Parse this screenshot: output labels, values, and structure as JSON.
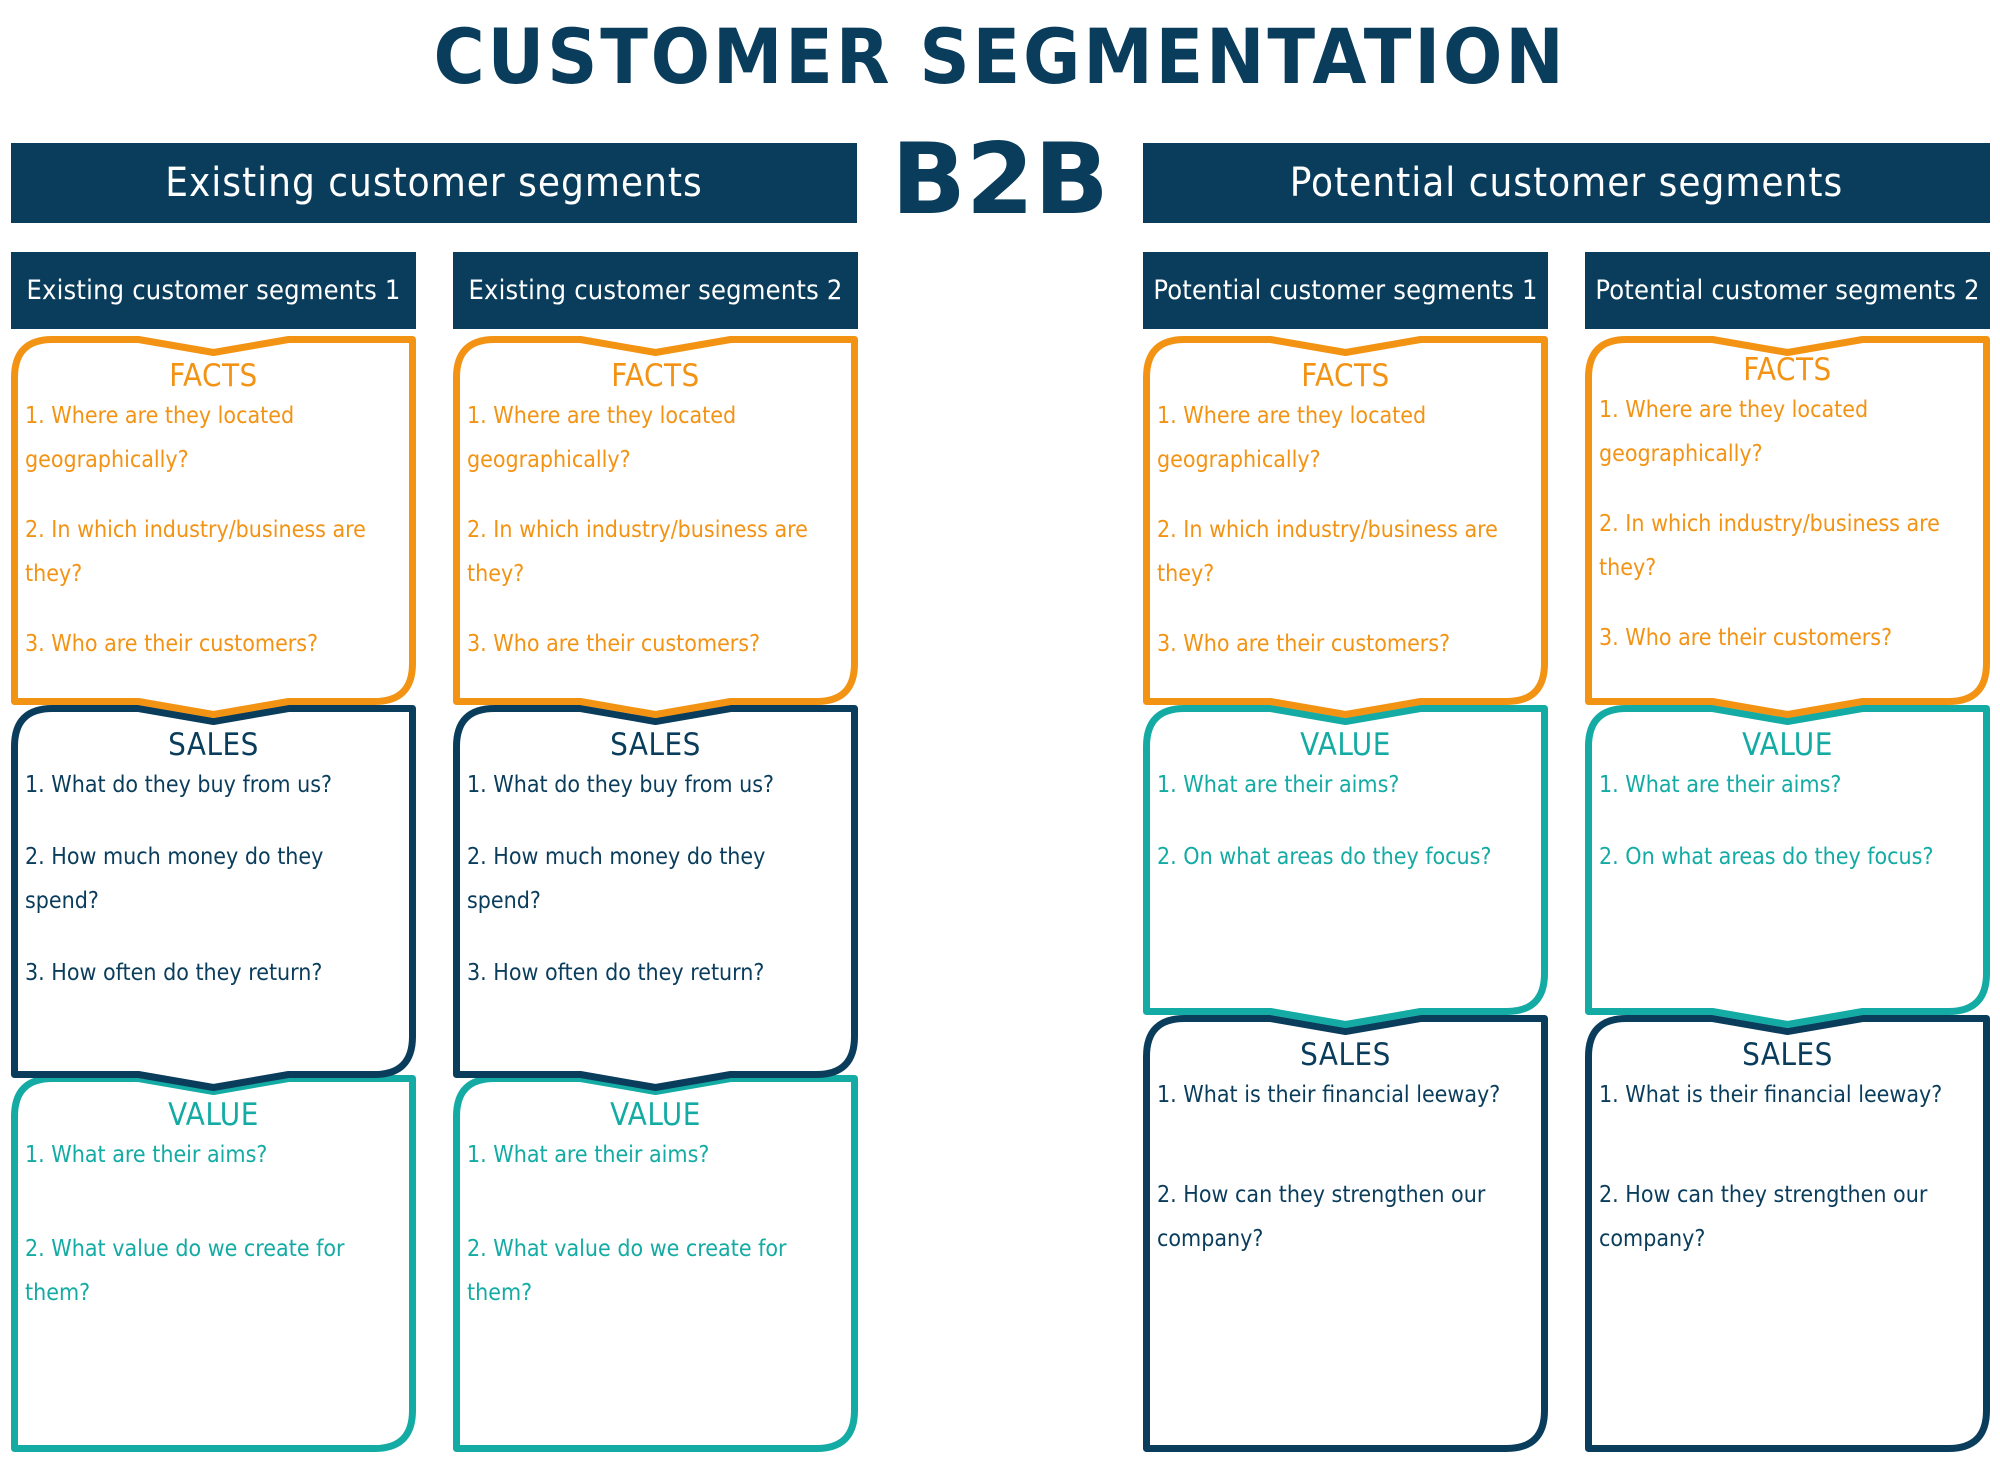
{
  "title": "CUSTOMER SEGMENTATION",
  "center_label": "B2B",
  "colors": {
    "navy": "#0a3d5c",
    "orange": "#f39314",
    "teal": "#13aba3"
  },
  "banners": {
    "existing": "Existing customer segments",
    "potential": "Potential customer segments"
  },
  "columns": [
    {
      "header": "Existing customer segments 1",
      "boxes": [
        {
          "kind": "facts",
          "title": "FACTS",
          "questions": [
            "1. Where are they located geographically?",
            "2. In which industry/business are they?",
            "3. Who are their customers?"
          ]
        },
        {
          "kind": "sales",
          "title": "SALES",
          "questions": [
            "1. What do they buy from us?",
            "2. How much money do they spend?",
            "3. How often do they return?"
          ]
        },
        {
          "kind": "value",
          "title": "VALUE",
          "questions": [
            "1. What are their aims?",
            "2. What value do we create for them?"
          ]
        }
      ]
    },
    {
      "header": "Existing customer segments 2",
      "boxes": [
        {
          "kind": "facts",
          "title": "FACTS",
          "questions": [
            "1. Where are they located geographically?",
            "2. In which industry/business are they?",
            "3. Who are their customers?"
          ]
        },
        {
          "kind": "sales",
          "title": "SALES",
          "questions": [
            "1. What do they buy from us?",
            "2. How much money do they spend?",
            "3. How often do they return?"
          ]
        },
        {
          "kind": "value",
          "title": "VALUE",
          "questions": [
            "1. What are their aims?",
            "2. What value do we create for them?"
          ]
        }
      ]
    },
    {
      "header": "Potential customer segments 1",
      "boxes": [
        {
          "kind": "facts",
          "title": "FACTS",
          "questions": [
            "1. Where are they located geographically?",
            "2. In which industry/business are they?",
            "3. Who are their customers?"
          ]
        },
        {
          "kind": "value",
          "title": "VALUE",
          "questions": [
            "1. What are their aims?",
            "2. On what areas do they focus?"
          ]
        },
        {
          "kind": "sales",
          "title": "SALES",
          "questions": [
            "1. What is their financial leeway?",
            "2. How can they strengthen our company?"
          ]
        }
      ]
    },
    {
      "header": "Potential customer segments 2",
      "boxes": [
        {
          "kind": "facts",
          "title": "FACTS",
          "questions": [
            "1. Where are they located geographically?",
            "2. In which industry/business are they?",
            "3. Who are their customers?"
          ]
        },
        {
          "kind": "value",
          "title": "VALUE",
          "questions": [
            "1. What are their aims?",
            "2. On what areas do they focus?"
          ]
        },
        {
          "kind": "sales",
          "title": "SALES",
          "questions": [
            "1. What is their financial leeway?",
            "2. How can they strengthen our company?"
          ]
        }
      ]
    }
  ]
}
